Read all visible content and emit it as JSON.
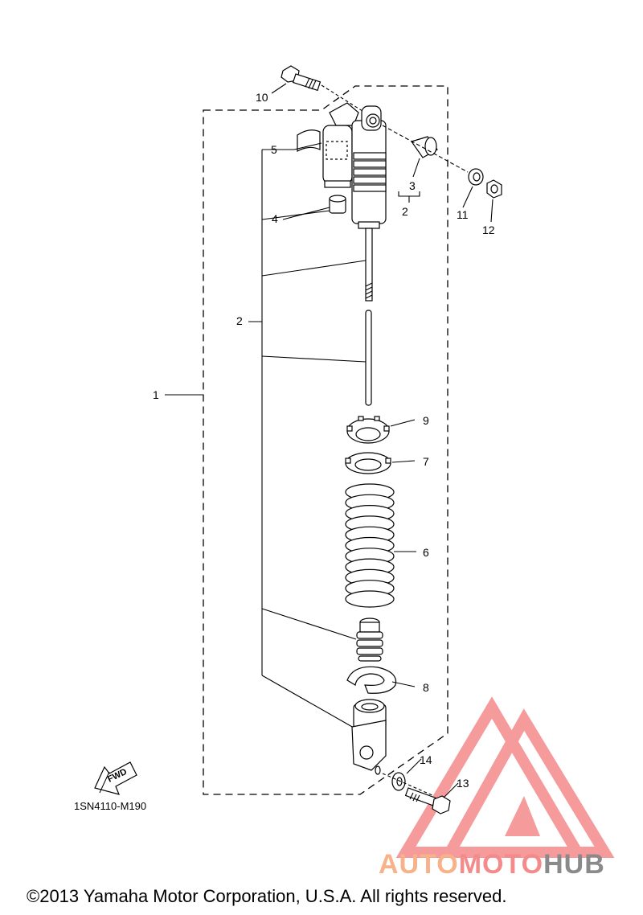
{
  "callouts": {
    "c1": "1",
    "c2a": "2",
    "c2b": "2",
    "c3": "3",
    "c4": "4",
    "c5": "5",
    "c6": "6",
    "c7": "7",
    "c8": "8",
    "c9": "9",
    "c10": "10",
    "c11": "11",
    "c12": "12",
    "c13": "13",
    "c14": "14"
  },
  "fwd_label": "FWD",
  "diagram_code": "1SN4110-M190",
  "watermark": {
    "part1": "AUTO",
    "part2": "MOTO",
    "part3": "HUB"
  },
  "copyright": "©2013 Yamaha Motor Corporation, U.S.A. All rights reserved.",
  "colors": {
    "watermark_red": "#f48a8a",
    "watermark_orange": "#f7b28a",
    "watermark_gray": "#8a8a8a"
  }
}
